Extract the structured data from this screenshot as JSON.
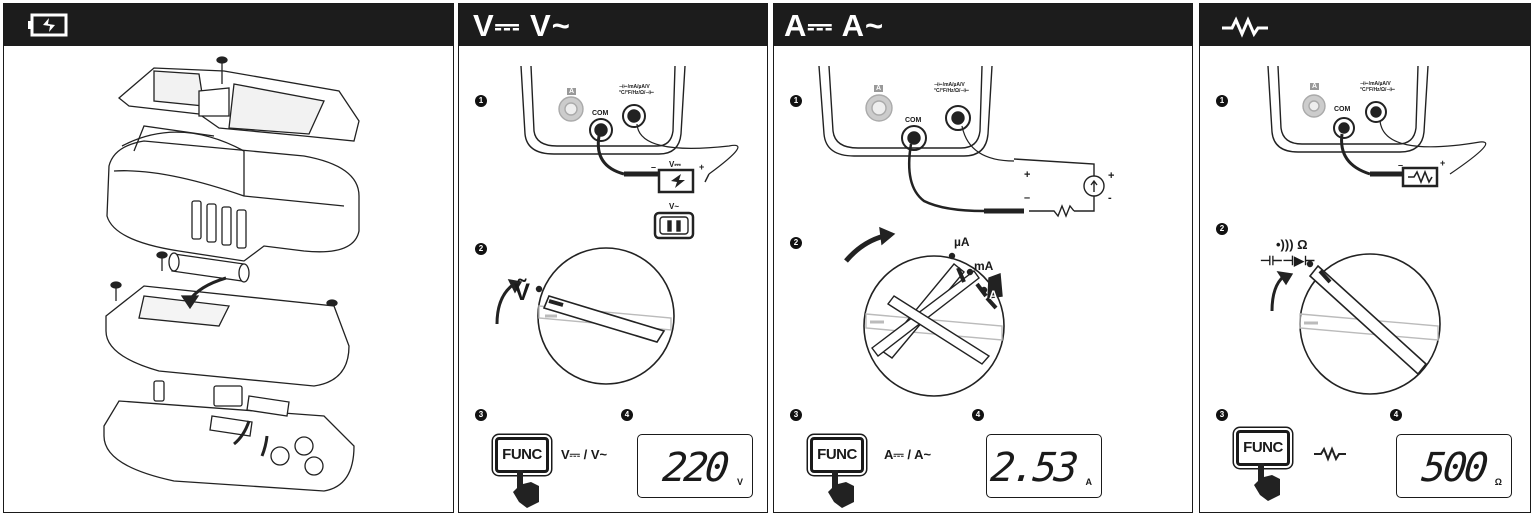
{
  "panels": [
    {
      "id": "battery",
      "header_icon": "battery-icon",
      "header_text": ""
    },
    {
      "id": "voltage",
      "header_text": "V⎓ V~",
      "steps": [
        "1",
        "2",
        "3",
        "4"
      ],
      "jack_labels": {
        "a": "A",
        "com": "COM",
        "main": "⊣⊢/mA/µA/V\n°C/°F/Hz/Ω/⊣⊢"
      },
      "probe_labels": {
        "minus": "–",
        "plus": "+",
        "dc": "V⎓",
        "ac": "V~"
      },
      "dial_labels": [
        "Ṽ"
      ],
      "func_label": "FUNC",
      "func_mode": "V⎓ / V~",
      "display_value": "220",
      "display_unit": "V"
    },
    {
      "id": "current",
      "header_text": "A⎓ A~",
      "steps": [
        "1",
        "2",
        "3",
        "4"
      ],
      "jack_labels": {
        "a": "A",
        "com": "COM",
        "main": "⊣⊢/mA/µA/V\n°C/°F/Hz/Ω/⊣⊢"
      },
      "circuit_labels": {
        "plus1": "+",
        "minus1": "–",
        "plus2": "+",
        "minus2": "-"
      },
      "dial_labels": [
        "µA",
        "mA",
        "A"
      ],
      "func_label": "FUNC",
      "func_mode": "A⎓ / A~",
      "display_value": "2.53",
      "display_unit": "A"
    },
    {
      "id": "resistance",
      "header_text": "",
      "header_icon": "resistor-icon",
      "steps": [
        "1",
        "2",
        "3",
        "4"
      ],
      "jack_labels": {
        "a": "A",
        "com": "COM",
        "main": "⊣⊢/mA/µA/V\n°C/°F/Hz/Ω/⊣⊢"
      },
      "probe_labels": {
        "minus": "–",
        "plus": "+"
      },
      "dial_labels": [
        "•))) Ω",
        "⊣⊢⊣▶⊢"
      ],
      "func_label": "FUNC",
      "func_mode": "",
      "display_value": "500",
      "display_unit": "Ω"
    }
  ]
}
